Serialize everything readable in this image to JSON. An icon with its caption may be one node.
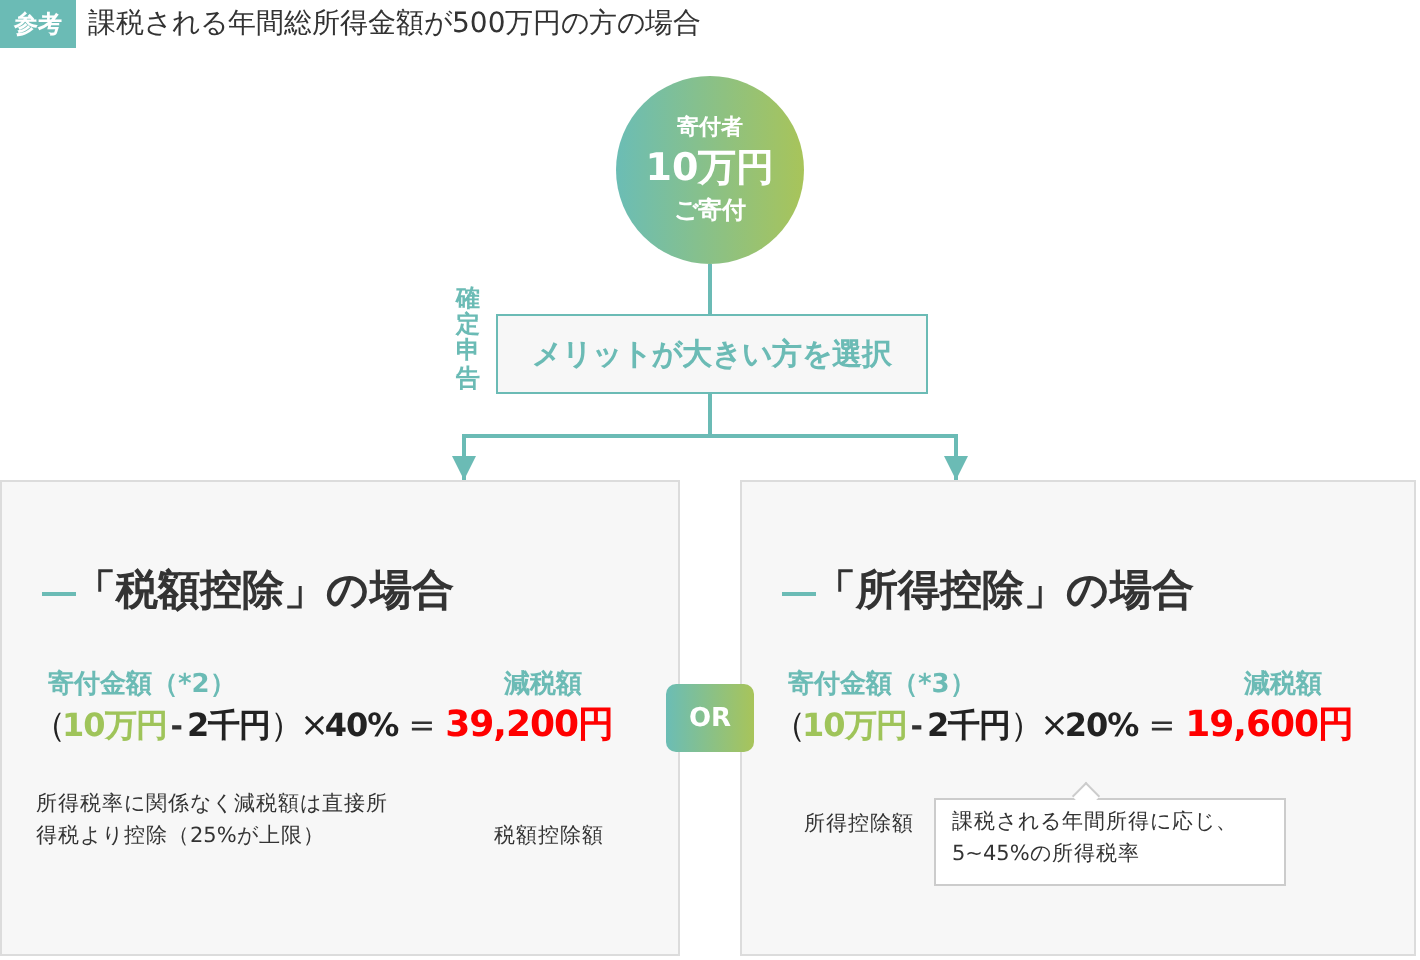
{
  "diagram": {
    "title": "課税される年間総所得金額が500万円の方の場合",
    "nodes": [
      {
        "text": [
          "寄付者",
          "10万円",
          "ご寄付"
        ]
      },
      {
        "text": [
          "メリットが大きい方を選択"
        ],
        "beside": [
          "確定申告"
        ]
      },
      {
        "text": [
          "「税額控除」の場合"
        ]
      },
      {
        "text": [
          "「所得控除」の場合"
        ]
      },
      {
        "text": [
          "OR"
        ]
      },
      {
        "text": [
          "課税される年間所得に応じ、5~45%の所得税率"
        ],
        "in": 3
      }
    ],
    "edges": [
      {
        "from": 0,
        "to": 1,
        "arrow": "none"
      },
      {
        "from": 1,
        "to": 2,
        "arrow": "to"
      },
      {
        "from": 1,
        "to": 3,
        "arrow": "to"
      }
    ],
    "labels": [
      "参考",
      "寄付金額（*2）",
      "減税額",
      "（",
      "10万円",
      "-",
      "2千円",
      "）×",
      "40%",
      "=",
      "39,200円",
      "所得税率に関係なく減税額は直接所得税より控除（25%が上限）",
      "税額控除額",
      "寄付金額（*3）",
      "減税額",
      "（",
      "10万円",
      "-",
      "2千円",
      "）×",
      "20%",
      "=",
      "19,600円",
      "所得控除額"
    ]
  }
}
